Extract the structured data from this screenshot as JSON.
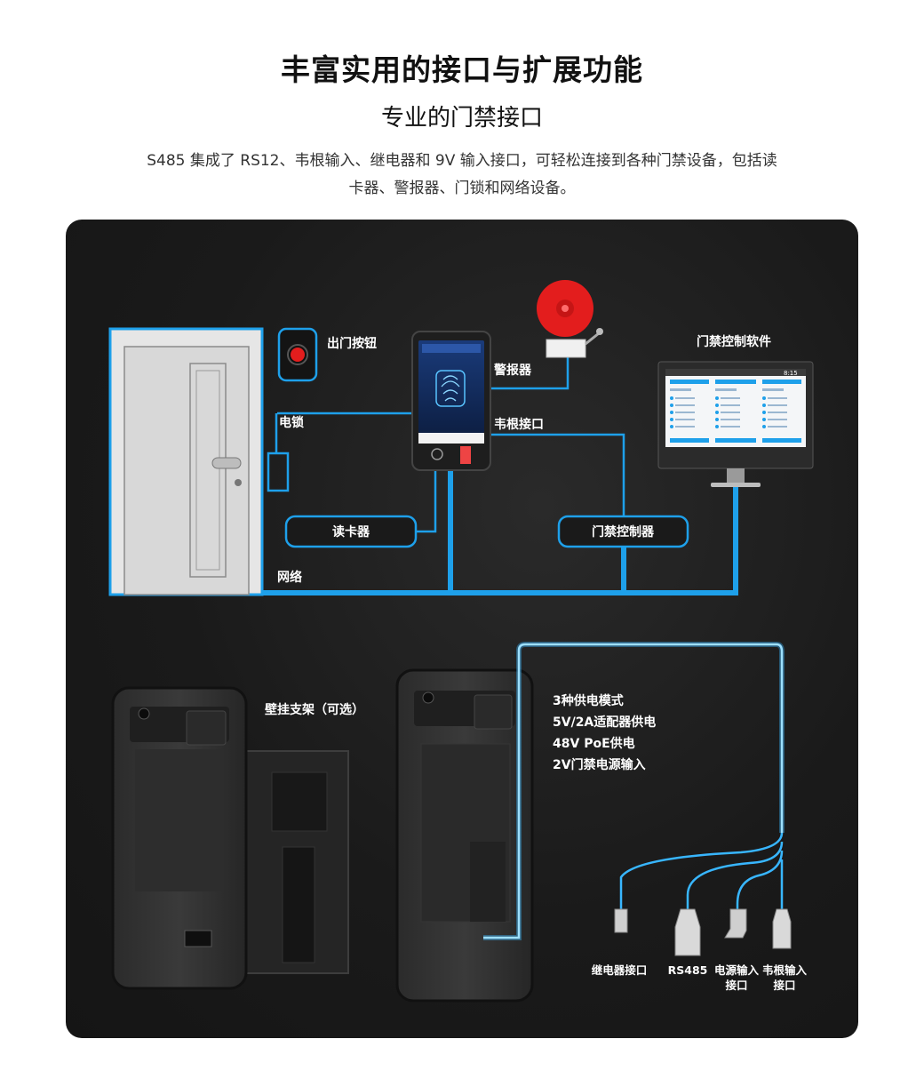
{
  "header": {
    "title": "丰富实用的接口与扩展功能",
    "subtitle": "专业的门禁接口",
    "description": "S485 集成了 RS12、韦根输入、继电器和 9V 输入接口，可轻松连接到各种门禁设备，包括读卡器、警报器、门锁和网络设备。"
  },
  "diagram": {
    "exit_button": "出门按钮",
    "alarm": "警报器",
    "access_software": "门禁控制软件",
    "electric_lock": "电锁",
    "wiegand_port": "韦根接口",
    "card_reader": "读卡器",
    "access_controller": "门禁控制器",
    "network": "网络",
    "screen_time": "8:15"
  },
  "power": {
    "wall_mount": "壁挂支架（可选）",
    "modes_title": "3种供电模式",
    "mode_1": "5V/2A适配器供电",
    "mode_2": "48V PoE供电",
    "mode_3": "2V门禁电源输入"
  },
  "connectors": {
    "relay": "继电器接口",
    "rs485": "RS485",
    "power_in_line1": "电源输入",
    "power_in_line2": "接口",
    "wiegand_in_line1": "韦根输入",
    "wiegand_in_line2": "接口"
  },
  "colors": {
    "line_blue": "#1ea0ea",
    "alarm_red": "#e31d1d",
    "cable_glow": "#38b6ff"
  }
}
